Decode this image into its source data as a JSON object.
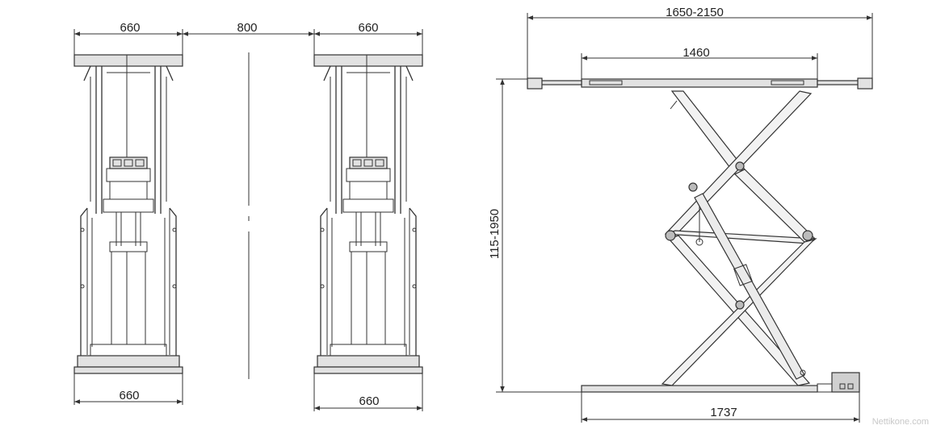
{
  "dimensions": {
    "front_top_left_width": "660",
    "column_gap": "800",
    "front_top_right_width": "660",
    "front_bottom_left_width": "660",
    "front_bottom_right_width": "660",
    "side_overall_length": "1650-2150",
    "side_platform_length": "1460",
    "side_height_range": "115-1950",
    "side_base_length": "1737"
  },
  "watermark": "Nettikone.com"
}
